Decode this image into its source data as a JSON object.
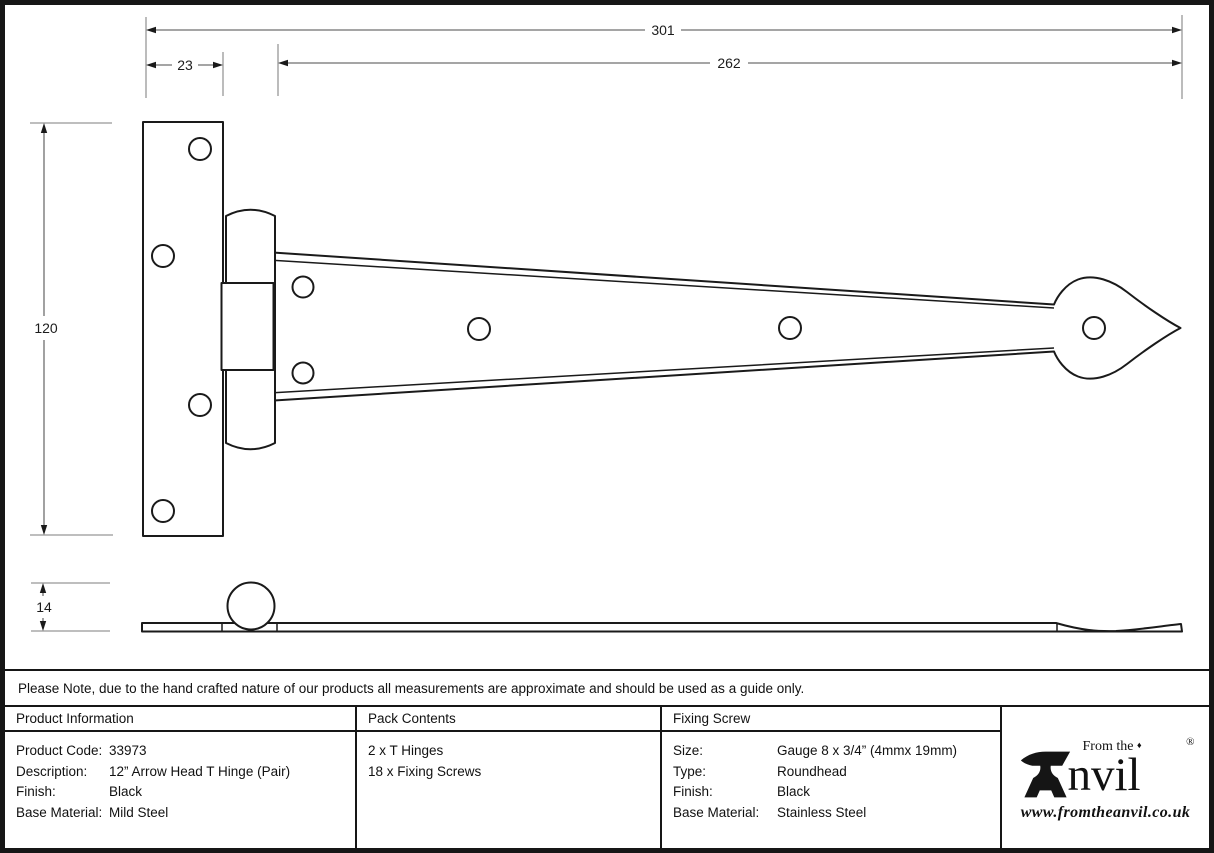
{
  "drawing": {
    "dimensions": {
      "overall_length": "301",
      "strap_length": "262",
      "plate_width": "23",
      "plate_height": "120",
      "side_height": "14"
    }
  },
  "note": {
    "text": "Please Note, due to the hand crafted nature of our products all measurements are approximate and should be used as a guide only."
  },
  "table": {
    "product_information": {
      "header": "Product Information",
      "rows": [
        {
          "label": "Product Code:",
          "value": "33973"
        },
        {
          "label": "Description:",
          "value": "12” Arrow Head T Hinge (Pair)"
        },
        {
          "label": "Finish:",
          "value": "Black"
        },
        {
          "label": "Base Material:",
          "value": "Mild Steel"
        }
      ]
    },
    "pack_contents": {
      "header": "Pack Contents",
      "items": [
        "2 x T Hinges",
        "18 x Fixing Screws"
      ]
    },
    "fixing_screw": {
      "header": "Fixing Screw",
      "rows": [
        {
          "label": "Size:",
          "value": "Gauge 8 x 3/4” (4mmx 19mm)"
        },
        {
          "label": "Type:",
          "value": "Roundhead"
        },
        {
          "label": "Finish:",
          "value": "Black"
        },
        {
          "label": "Base Material:",
          "value": "Stainless Steel"
        }
      ]
    }
  },
  "logo": {
    "prefix": "From the",
    "diamond": "♦",
    "name_rest": "nvil",
    "registered": "®",
    "url": "www.fromtheanvil.co.uk"
  },
  "colors": {
    "outline": "#1a1a1a",
    "dimension_line": "#6f6f6f",
    "extension_line": "#979797",
    "border": "#161616"
  }
}
